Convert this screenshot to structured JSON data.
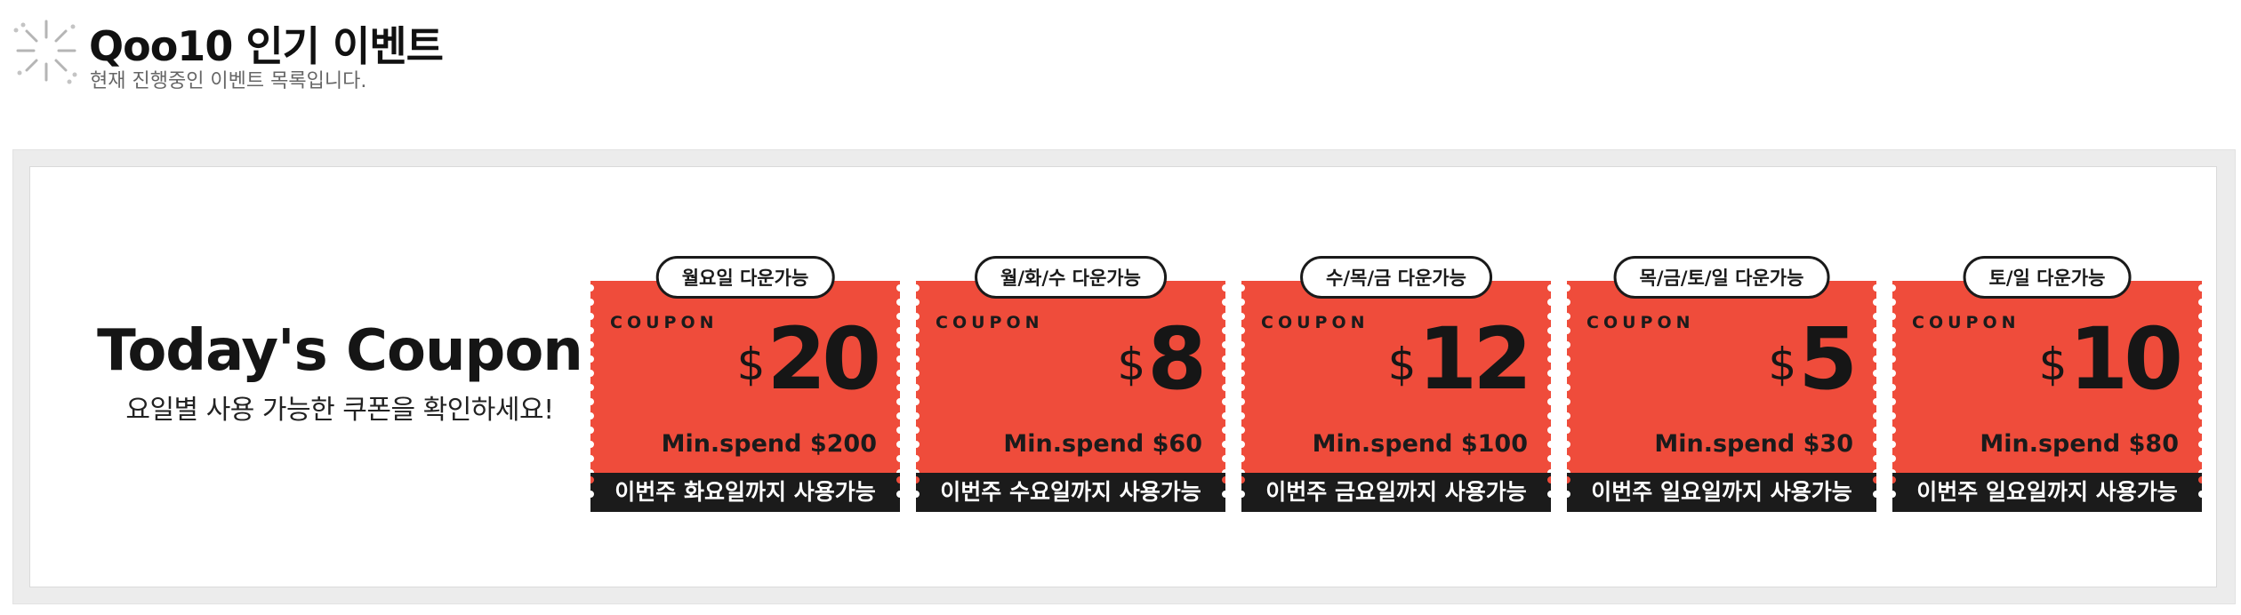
{
  "header": {
    "title": "Qoo10 인기 이벤트",
    "subtitle": "현재 진행중인 이벤트 목록입니다.",
    "icon": "sparkle-icon"
  },
  "banner": {
    "title": "Today's Coupon",
    "subtitle": "요일별 사용 가능한 쿠폰을 확인하세요!",
    "accent_color": "#ef4c3b",
    "stub_color": "#1b1b1b",
    "coupon_label": "COUPON",
    "currency": "$",
    "coupons": [
      {
        "days": "월요일 다운가능",
        "amount": "20",
        "min_spend": "Min.spend $200",
        "valid_until": "이번주 화요일까지 사용가능"
      },
      {
        "days": "월/화/수 다운가능",
        "amount": "8",
        "min_spend": "Min.spend $60",
        "valid_until": "이번주 수요일까지 사용가능"
      },
      {
        "days": "수/목/금 다운가능",
        "amount": "12",
        "min_spend": "Min.spend $100",
        "valid_until": "이번주 금요일까지 사용가능"
      },
      {
        "days": "목/금/토/일 다운가능",
        "amount": "5",
        "min_spend": "Min.spend $30",
        "valid_until": "이번주 일요일까지 사용가능"
      },
      {
        "days": "토/일 다운가능",
        "amount": "10",
        "min_spend": "Min.spend $80",
        "valid_until": "이번주 일요일까지 사용가능"
      }
    ]
  }
}
